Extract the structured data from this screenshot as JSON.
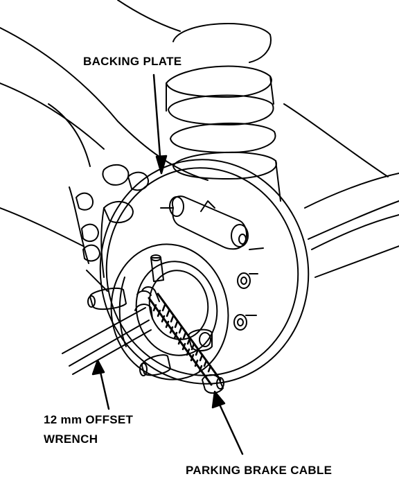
{
  "labels": {
    "backing_plate": "BACKING PLATE",
    "wrench_line1": "12 mm OFFSET",
    "wrench_line2": "WRENCH",
    "parking_brake_cable": "PARKING BRAKE CABLE"
  },
  "colors": {
    "ink": "#000000",
    "paper": "#ffffff"
  }
}
